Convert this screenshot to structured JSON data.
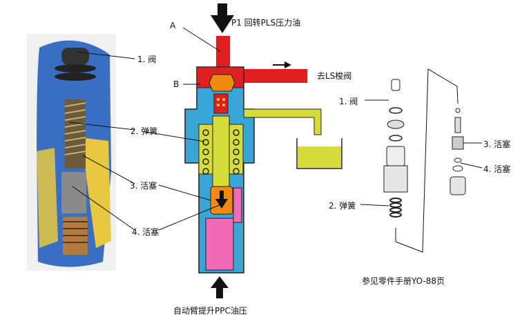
{
  "labels": {
    "p1": "P1 回转PLS压力油",
    "a": "A",
    "b": "B",
    "to_ls": "去LS梭阀",
    "valve_left": "1. 阀",
    "spring_left": "2. 弹簧",
    "piston3_left": "3. 活塞",
    "piston4_left": "4. 活塞",
    "valve_right": "1. 阀",
    "spring_right": "2. 弹簧",
    "piston3_right": "3. 活塞",
    "piston4_right": "4. 活塞",
    "from_boom": "自动臂提升PPC油压",
    "manual_ref": "参见零件手册YO-88页"
  },
  "colors": {
    "body_blue": "#3aa6d8",
    "pressure_red": "#e02020",
    "return_yellow": "#d6dc3a",
    "piston_orange": "#f08a10",
    "ppc_pink": "#f06ab8"
  }
}
